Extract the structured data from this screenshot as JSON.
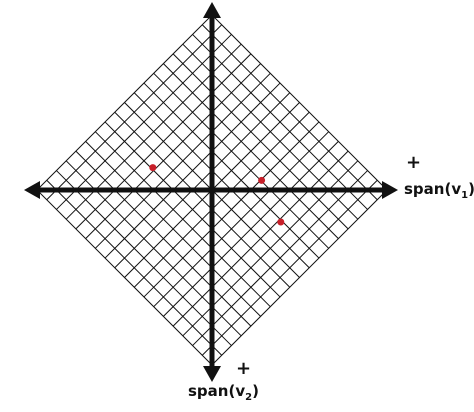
{
  "axes": {
    "horizontal": {
      "label_prefix": "span(v",
      "label_sub": "1",
      "label_suffix": ")",
      "direction_sign": "+"
    },
    "vertical": {
      "label_prefix": "span(v",
      "label_sub": "2",
      "label_suffix": ")",
      "direction_sign": "+"
    }
  },
  "grid": {
    "shape": "diamond",
    "cells_per_side": 18
  },
  "points": [
    {
      "u": -3.7,
      "v": 1.4
    },
    {
      "u": 3.1,
      "v": 0.6
    },
    {
      "u": 4.3,
      "v": -2.0
    }
  ],
  "colors": {
    "grid": "#111111",
    "axes": "#111111",
    "points": "#c8202a",
    "background": "#ffffff"
  }
}
